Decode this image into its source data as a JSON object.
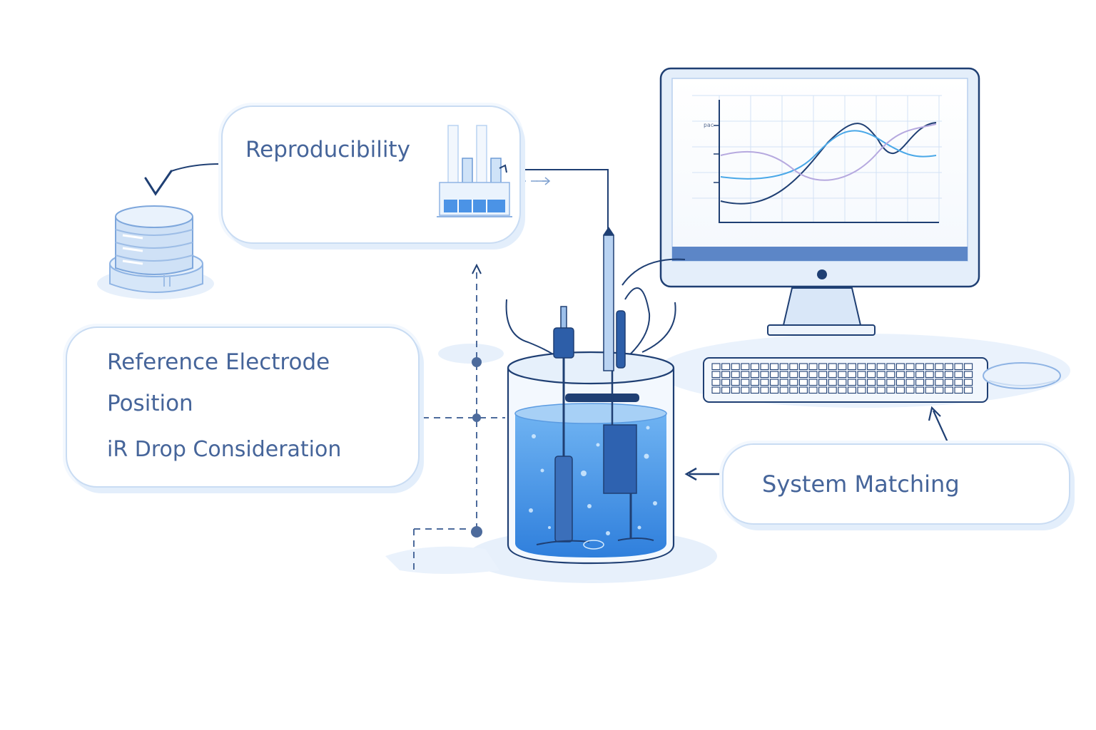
{
  "labels": {
    "reproducibility": "Reproducibility",
    "reference_line1": "Reference Electrode",
    "reference_line2": "Position",
    "ir_drop": "iR Drop Consideration",
    "system_matching": "System Matching",
    "monitor_tick": "pac"
  },
  "icons": {
    "checkmark": "check-icon",
    "database": "database-icon",
    "test_tubes": "test-tube-rack-icon",
    "beaker": "electrochemical-cell-icon",
    "computer": "monitor-icon",
    "keyboard": "keyboard-icon",
    "mouse": "mouse-icon"
  },
  "colors": {
    "primary": "#1f3f73",
    "text": "#46659a",
    "light_blue": "#c9dcf3",
    "liquid": "#3d8ee6",
    "accent": "#4aa8e8",
    "purple_curve": "#b6a9df"
  }
}
